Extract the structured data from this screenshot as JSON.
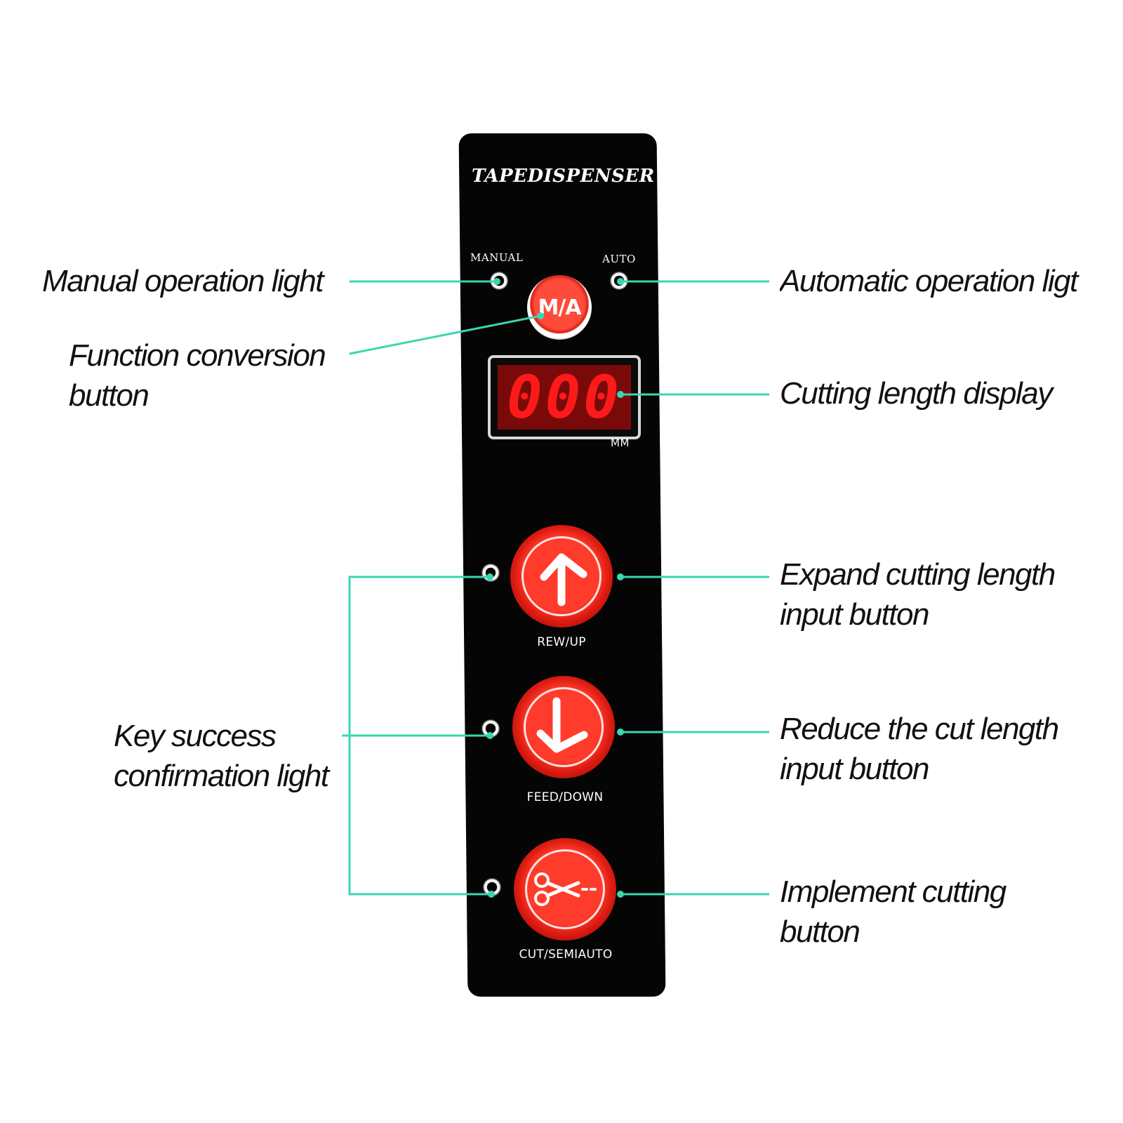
{
  "panel": {
    "brand": "TAPEDISPENSER",
    "manual_label": "MANUAL",
    "auto_label": "AUTO",
    "mode_button": "M/A",
    "display_value": "000",
    "display_unit": "MM",
    "buttons": [
      {
        "label": "REW/UP",
        "icon": "arrow-up-icon"
      },
      {
        "label": "FEED/DOWN",
        "icon": "arrow-down-icon"
      },
      {
        "label": "CUT/SEMIAUTO",
        "icon": "scissors-icon"
      }
    ]
  },
  "callouts": {
    "manual_light": "Manual operation light",
    "function_button_line1": "Function conversion",
    "function_button_line2": "button",
    "auto_light": "Automatic operation ligt",
    "display": "Cutting length display",
    "expand_line1": "Expand cutting length",
    "expand_line2": "input button",
    "reduce_line1": "Reduce the cut length",
    "reduce_line2": "input button",
    "cut_line1": "Implement cutting",
    "cut_line2": "button",
    "key_light_line1": "Key success",
    "key_light_line2": "confirmation light"
  },
  "colors": {
    "leader_line": "#3ad6b0",
    "panel": "#050505",
    "button_red": "#e11e13",
    "display_red": "#ff1a1a"
  }
}
